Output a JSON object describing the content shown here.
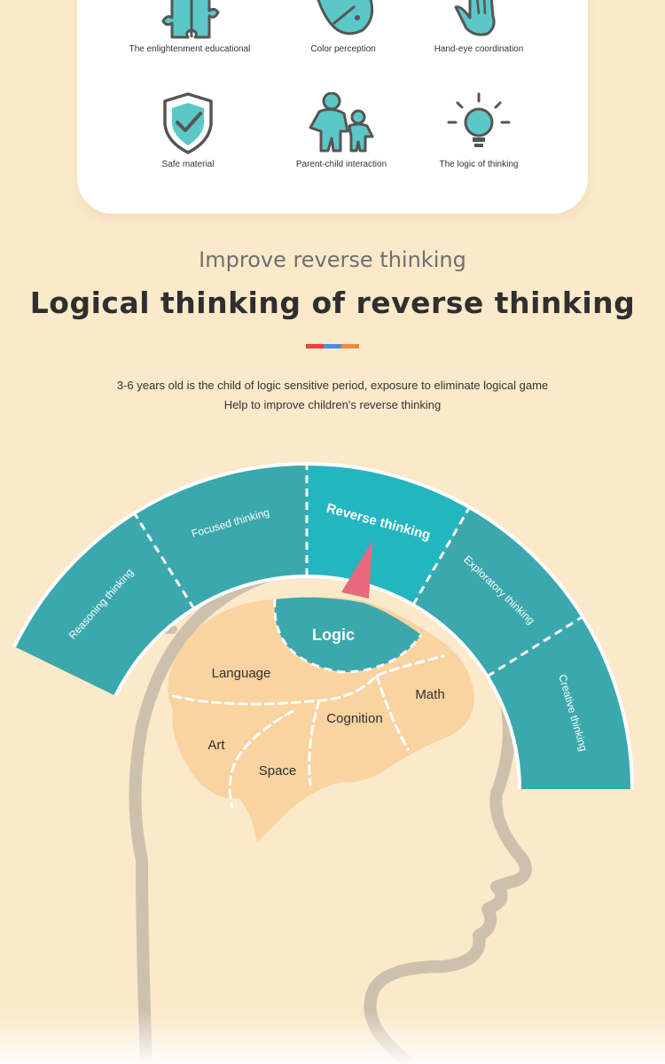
{
  "features": {
    "items": [
      {
        "label": "The enlightenment educational",
        "icon": "puzzle-icon"
      },
      {
        "label": "Color perception",
        "icon": "palette-icon"
      },
      {
        "label": "Hand-eye coordination",
        "icon": "hand-icon"
      },
      {
        "label": "Safe material",
        "icon": "shield-check-icon"
      },
      {
        "label": "Parent-child interaction",
        "icon": "parent-child-icon"
      },
      {
        "label": "The logic of thinking",
        "icon": "lightbulb-icon"
      }
    ]
  },
  "section": {
    "subtitle": "Improve reverse thinking",
    "title": "Logical thinking of reverse thinking",
    "accent_colors": [
      "#e8413f",
      "#4a8fe3",
      "#f08a3c"
    ],
    "description_line1": "3-6 years old is the child of logic sensitive period, exposure to eliminate logical game",
    "description_line2": "Help to improve children's reverse thinking"
  },
  "diagram": {
    "arc_segments": [
      {
        "label": "Reasoning thinking",
        "highlighted": false
      },
      {
        "label": "Focused thinking",
        "highlighted": false
      },
      {
        "label": "Reverse thinking",
        "highlighted": true
      },
      {
        "label": "Exploratory thinking",
        "highlighted": false
      },
      {
        "label": "Creative thinking",
        "highlighted": false
      }
    ],
    "brain_regions": {
      "logic": "Logic",
      "language": "Language",
      "math": "Math",
      "cognition": "Cognition",
      "art": "Art",
      "space": "Space"
    },
    "colors": {
      "teal": "#3aa8ac",
      "teal_highlight": "#24b6c0",
      "brain": "#f9d3a0",
      "head_outline": "#cdc1ad",
      "pointer": "#e8697b"
    }
  }
}
